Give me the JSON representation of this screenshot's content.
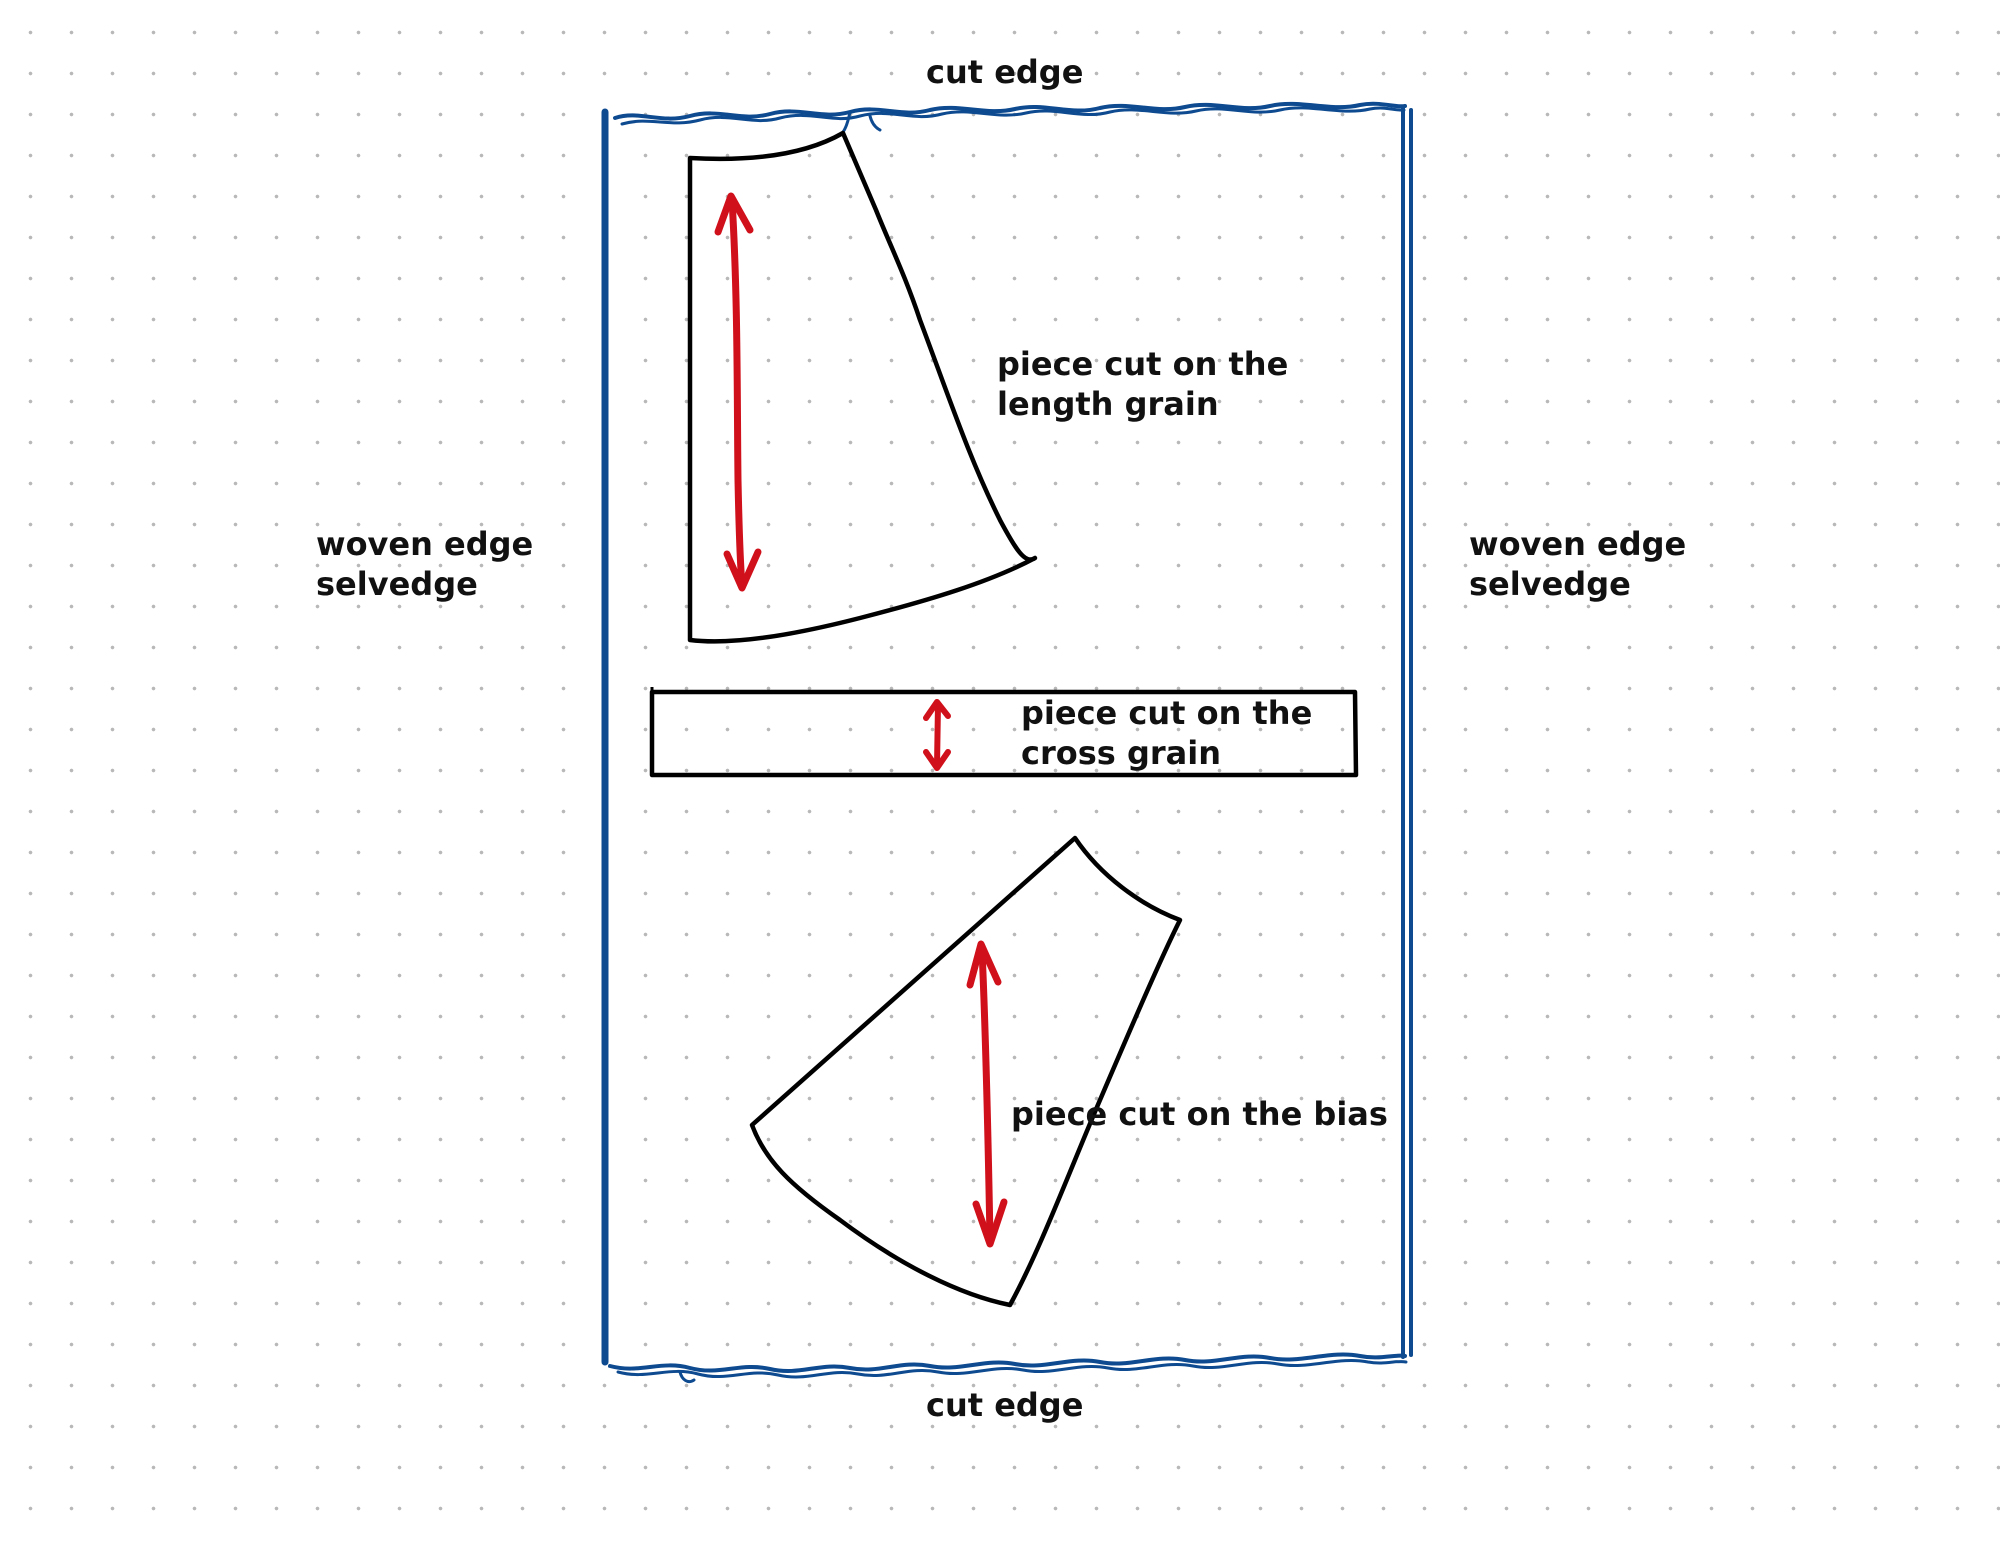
{
  "labels": {
    "cut_edge_top": "cut edge",
    "cut_edge_bottom": "cut edge",
    "selvedge_left": {
      "line1": "woven edge",
      "line2": "selvedge"
    },
    "selvedge_right": {
      "line1": "woven edge",
      "line2": "selvedge"
    },
    "length_grain": {
      "line1": "piece cut on the",
      "line2": "length grain"
    },
    "cross_grain": {
      "line1": "piece cut on the",
      "line2": "cross grain"
    },
    "bias": "piece cut on the bias"
  },
  "colors": {
    "fabric_edge": "#0d4a8f",
    "pattern_outline": "#000000",
    "grainline_arrow": "#d0101a",
    "grid_dot": "#b8b8b8",
    "background": "#ffffff"
  }
}
